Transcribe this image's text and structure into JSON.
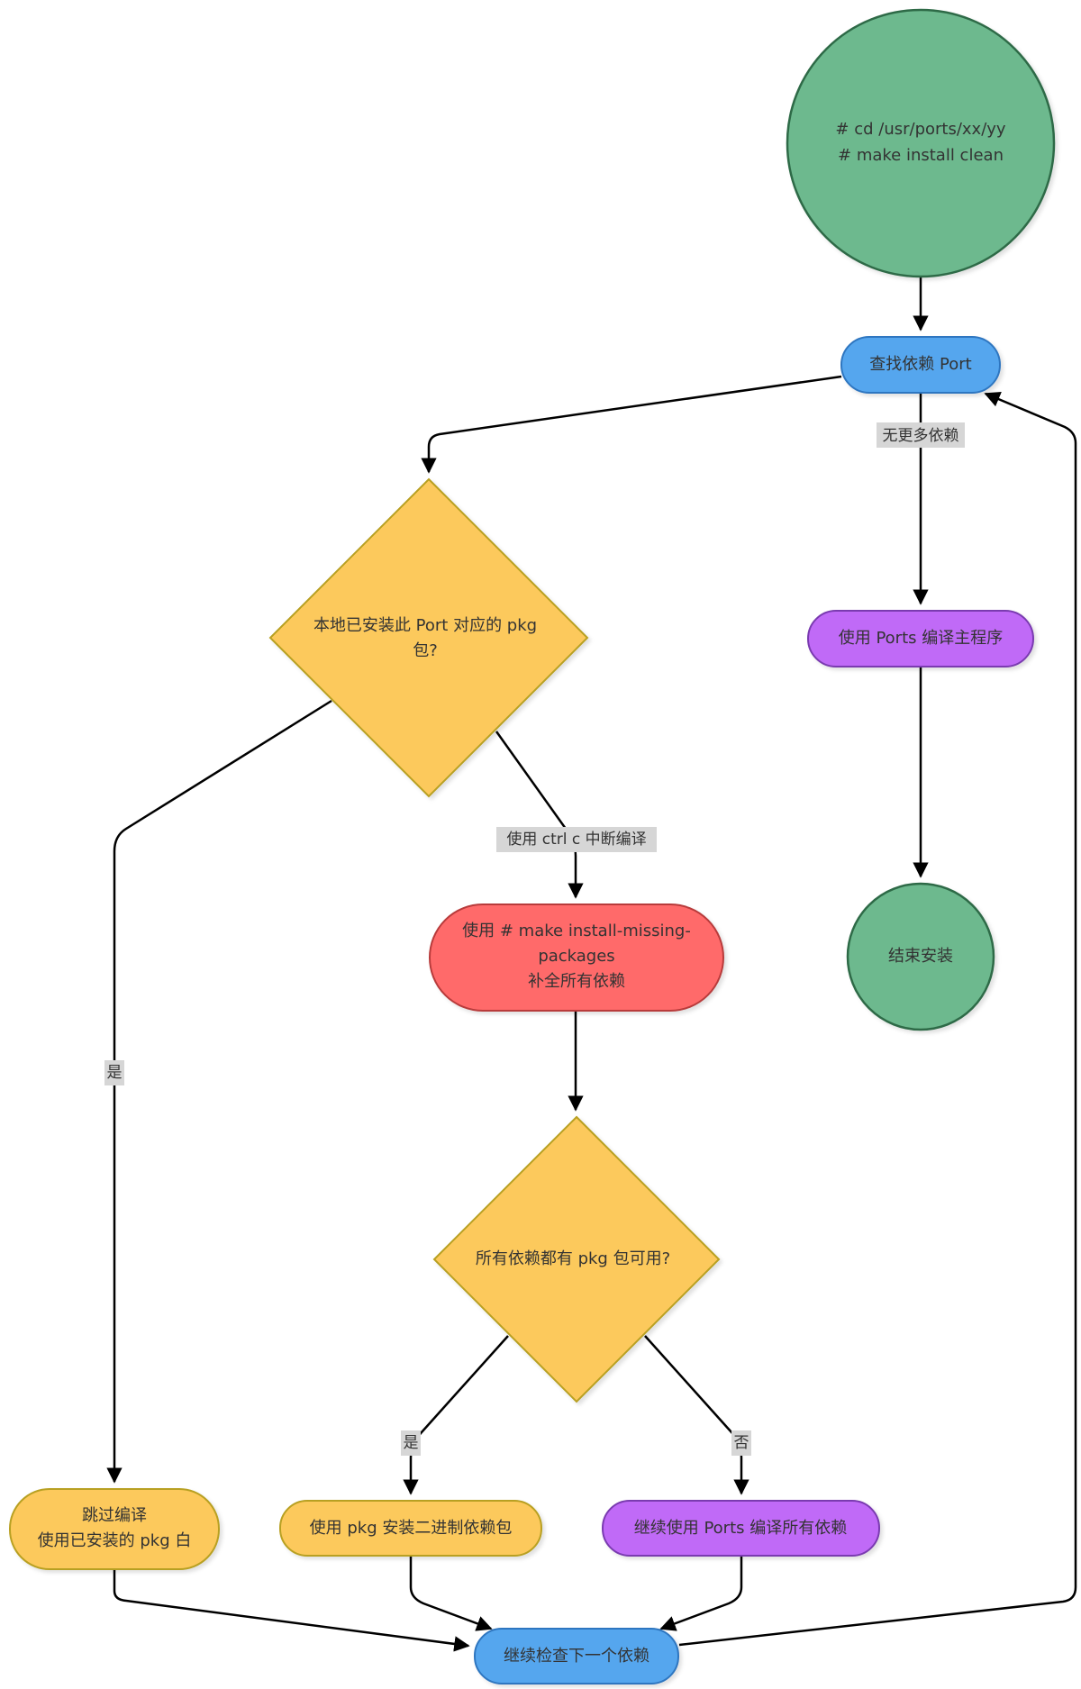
{
  "colors": {
    "green": "#6db98e",
    "green_stroke": "#2e6b47",
    "blue": "#55a6ee",
    "blue_stroke": "#2f76c0",
    "purple": "#c06bf7",
    "purple_stroke": "#7a3bb0",
    "yellow": "#fcc95c",
    "yellow_stroke": "#b8a020",
    "red": "#ff6b6b",
    "red_stroke": "#b83a3a"
  },
  "nodes": {
    "start": {
      "lines": [
        "# cd /usr/ports/xx/yy",
        "# make install clean"
      ]
    },
    "find_dep": {
      "lines": [
        "查找依赖 Port"
      ]
    },
    "check_pkg": {
      "lines": [
        "本地已安装此 Port 对应的 pkg",
        "包?"
      ]
    },
    "compile_main": {
      "lines": [
        "使用 Ports 编译主程序"
      ]
    },
    "end": {
      "lines": [
        "结束安装"
      ]
    },
    "install_missing": {
      "lines": [
        "使用 # make install-missing-",
        "packages",
        "补全所有依赖"
      ]
    },
    "all_pkg": {
      "lines": [
        "所有依赖都有 pkg 包可用?"
      ]
    },
    "skip_compile": {
      "lines": [
        "跳过编译",
        "使用已安装的 pkg 白"
      ]
    },
    "pkg_install": {
      "lines": [
        "使用 pkg 安装二进制依赖包"
      ]
    },
    "continue_ports": {
      "lines": [
        "继续使用 Ports 编译所有依赖"
      ]
    },
    "next_dep": {
      "lines": [
        "继续检查下一个依赖"
      ]
    }
  },
  "edge_labels": {
    "no_more_deps": "无更多依赖",
    "ctrl_c": "使用 ctrl c 中断编译",
    "yes_left": "是",
    "yes_bottom": "是",
    "no_bottom": "否"
  }
}
